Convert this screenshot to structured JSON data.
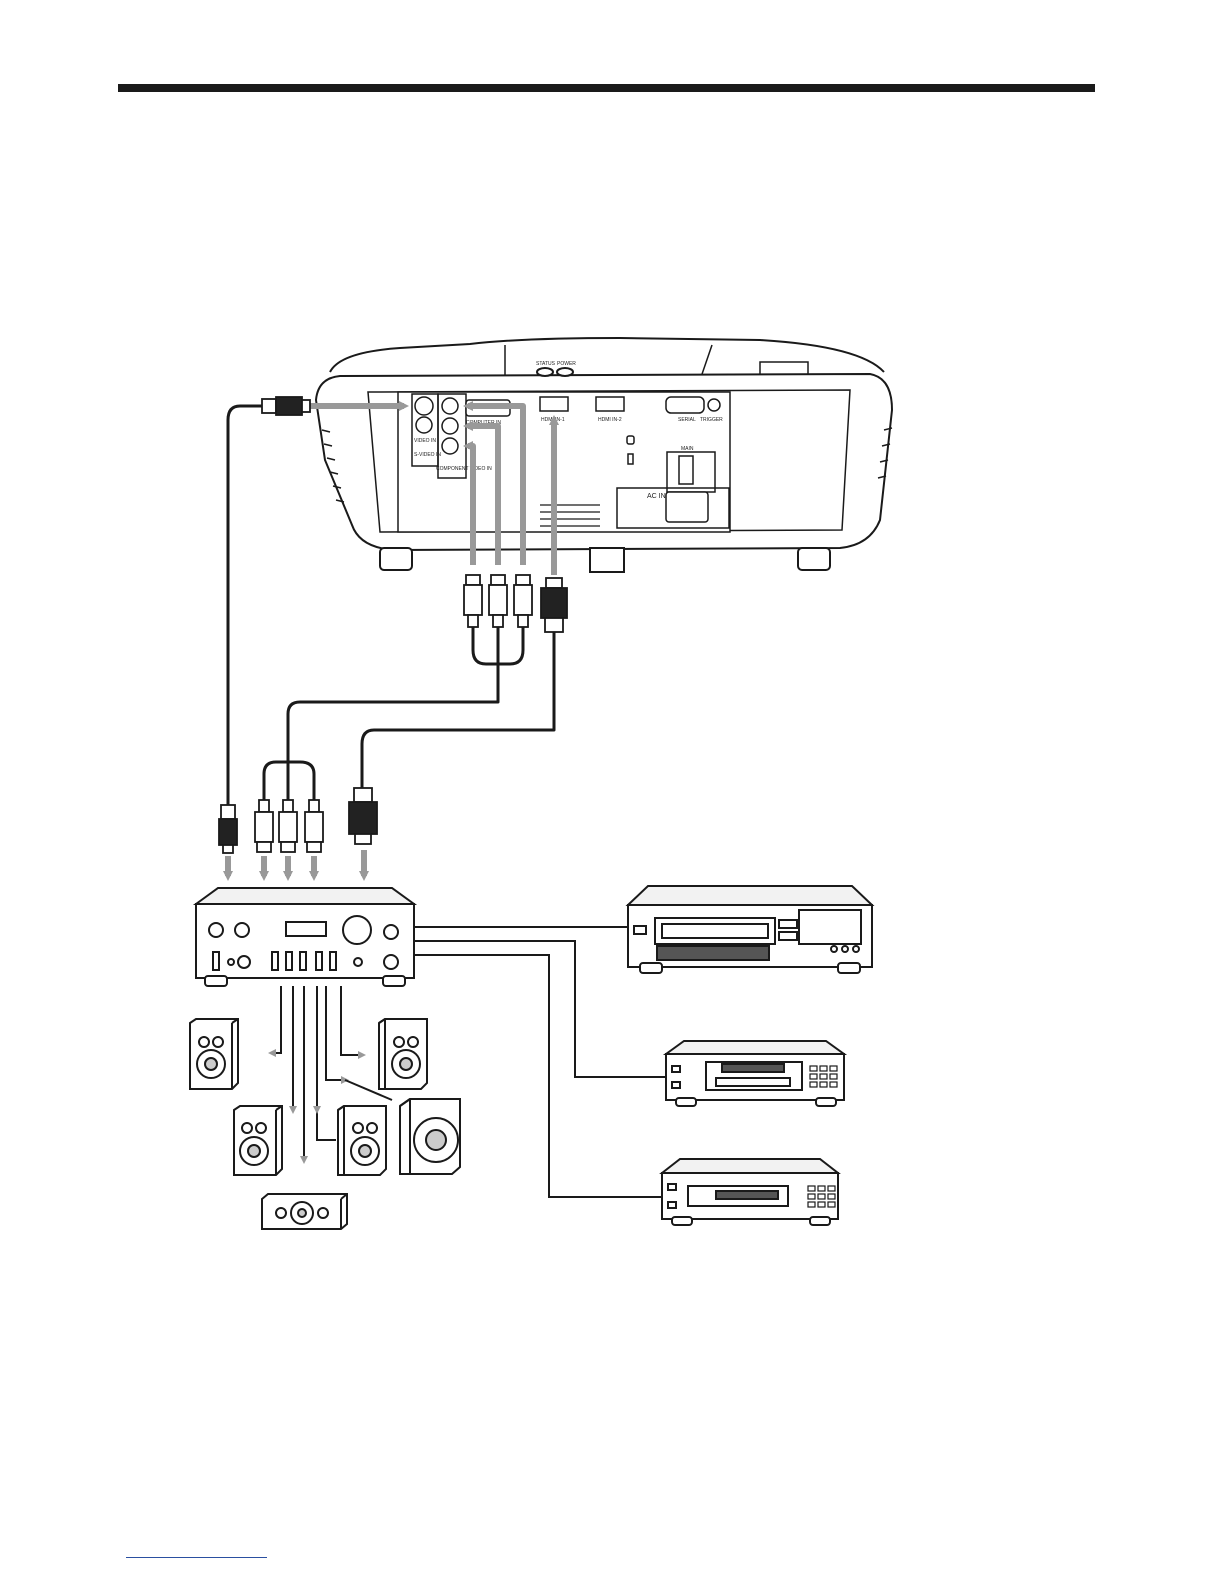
{
  "projector": {
    "top_labels": [
      "STATUS",
      "POWER"
    ],
    "ports": {
      "svideo": "S-VIDEO IN",
      "video": "VIDEO IN",
      "computer": "COMPUTER IN",
      "component": "COMPONENT VIDEO IN",
      "hdmi1": "HDMI IN-1",
      "hdmi2": "HDMI IN-2",
      "serial": "SERIAL",
      "trigger": "TRIGGER",
      "main": "MAIN",
      "ac_in": "AC IN"
    }
  },
  "colors": {
    "line": "#1a1a1a",
    "arrow": "#999999",
    "device_fill": "#ffffff",
    "device_shade": "#e6e6e6",
    "footer_rule": "#2a4fa0"
  }
}
